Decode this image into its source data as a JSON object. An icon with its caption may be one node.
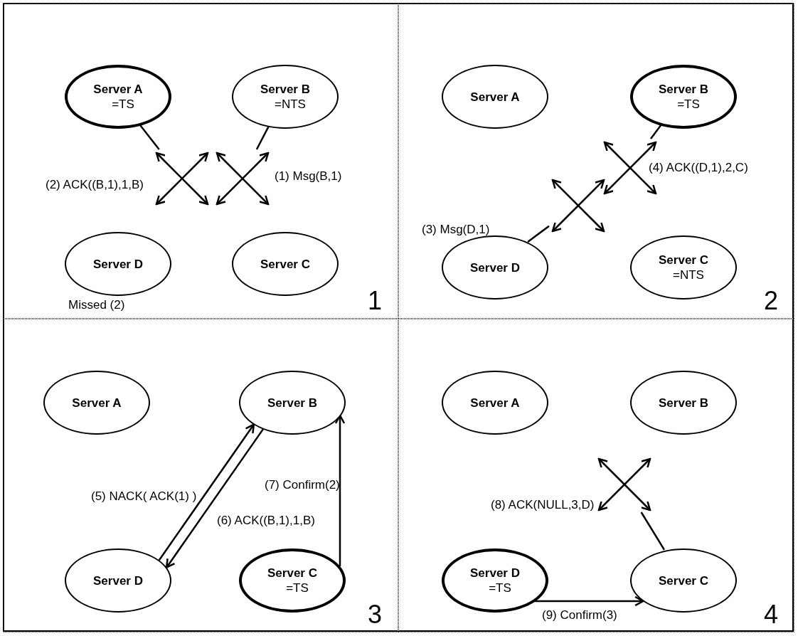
{
  "diagram": {
    "nodes": [
      {
        "text": [
          "1"
        ]
      },
      {
        "text": [
          "Server A",
          "=TS"
        ],
        "in": 0
      },
      {
        "text": [
          "Server B",
          "=NTS"
        ],
        "in": 0
      },
      {
        "text": [],
        "shape": "cross",
        "in": 0
      },
      {
        "text": [],
        "shape": "cross",
        "in": 0
      },
      {
        "text": [
          "Server D"
        ],
        "in": 0,
        "beside": [
          "Missed (2)"
        ]
      },
      {
        "text": [
          "Server C"
        ],
        "in": 0
      },
      {
        "text": [
          "2"
        ]
      },
      {
        "text": [
          "Server A"
        ],
        "in": 7
      },
      {
        "text": [
          "Server B",
          "=TS"
        ],
        "in": 7
      },
      {
        "text": [],
        "shape": "cross",
        "in": 7
      },
      {
        "text": [],
        "shape": "cross",
        "in": 7
      },
      {
        "text": [
          "Server D"
        ],
        "in": 7
      },
      {
        "text": [
          "Server C",
          "=NTS"
        ],
        "in": 7
      },
      {
        "text": [
          "3"
        ]
      },
      {
        "text": [
          "Server A"
        ],
        "in": 14
      },
      {
        "text": [
          "Server B"
        ],
        "in": 14
      },
      {
        "text": [
          "Server D"
        ],
        "in": 14
      },
      {
        "text": [
          "Server C",
          "=TS"
        ],
        "in": 14
      },
      {
        "text": [
          "4"
        ]
      },
      {
        "text": [
          "Server A"
        ],
        "in": 19
      },
      {
        "text": [
          "Server B"
        ],
        "in": 19
      },
      {
        "text": [],
        "shape": "cross",
        "in": 19
      },
      {
        "text": [
          "Server D",
          "=TS"
        ],
        "in": 19
      },
      {
        "text": [
          "Server C"
        ],
        "in": 19
      }
    ],
    "edges": [
      {
        "from": 2,
        "to": 4,
        "arrow": "none",
        "label": "(1) Msg(B,1)"
      },
      {
        "from": 1,
        "to": 3,
        "arrow": "none",
        "label": "(2) ACK((B,1),1,B)"
      },
      {
        "from": 12,
        "to": 11,
        "arrow": "none",
        "label": "(3) Msg(D,1)"
      },
      {
        "from": 9,
        "to": 10,
        "arrow": "none",
        "label": "(4) ACK((D,1),2,C)"
      },
      {
        "from": 17,
        "to": 16,
        "arrow": "to",
        "label": "(5) NACK( ACK(1) )"
      },
      {
        "from": 16,
        "to": 17,
        "arrow": "to",
        "label": "(6) ACK((B,1),1,B)"
      },
      {
        "from": 18,
        "to": 16,
        "arrow": "to",
        "label": "(7) Confirm(2)"
      },
      {
        "from": 24,
        "to": 22,
        "arrow": "none",
        "label": "(8) ACK(NULL,3,D)"
      },
      {
        "from": 23,
        "to": 24,
        "arrow": "to",
        "label": "(9) Confirm(3)"
      }
    ]
  }
}
